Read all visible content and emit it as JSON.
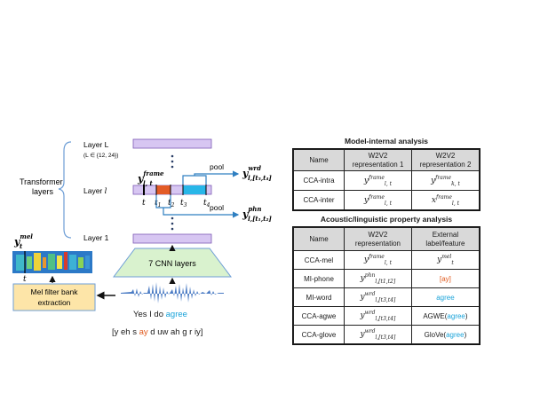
{
  "left": {
    "transformer_label": "Transformer layers",
    "layer_top": "Layer L",
    "layer_top_sub": "(L ∈ {12, 24})",
    "layer_mid": "Layer l",
    "layer_bottom": "Layer 1",
    "frame_label": "y",
    "frame_sup": "frame",
    "frame_sub": "l, t",
    "pool1": "pool",
    "pool2": "pool",
    "wrd_out": "y",
    "wrd_sup": "wrd",
    "wrd_sub": "l,[t3,t4]",
    "phn_out": "y",
    "phn_sup": "phn",
    "phn_sub": "l,[t1,t2]",
    "ticks": [
      "t",
      "t1",
      "t2",
      "t3",
      "t4"
    ],
    "cnn": "7 CNN layers",
    "mel_label": "y",
    "mel_sup": "mel",
    "mel_sub": "t",
    "mel_t": "t",
    "melbank_line1": "Mel filter bank",
    "melbank_line2": "extraction",
    "sentence_pre": "Yes I do ",
    "sentence_hl": "agree",
    "phones_pre": "[y eh s ",
    "phones_hl": "ay",
    "phones_post": " d uw ah g r iy]"
  },
  "table1": {
    "title": "Model-internal analysis",
    "headers": [
      "Name",
      "W2V2 representation 1",
      "W2V2 representation 2"
    ],
    "rows": [
      {
        "name": "CCA-intra",
        "r1": "y",
        "r1_sup": "frame",
        "r1_sub": "l, t",
        "r2": "y",
        "r2_sup": "frame",
        "r2_sub": "k, t"
      },
      {
        "name": "CCA-inter",
        "r1": "y",
        "r1_sup": "frame",
        "r1_sub": "l, t",
        "r2": "x",
        "r2_sup": "frame",
        "r2_sub": "l, t"
      }
    ]
  },
  "table2": {
    "title": "Acoustic/linguistic property analysis",
    "headers": [
      "Name",
      "W2V2 representation",
      "External label/feature"
    ],
    "rows": [
      {
        "name": "CCA-mel",
        "r": "y",
        "r_sup": "frame",
        "r_sub": "l, t",
        "ext": "y",
        "ext_sup": "mel",
        "ext_sub": "t",
        "ext_kind": "math"
      },
      {
        "name": "MI-phone",
        "r": "y",
        "r_sup": "phn",
        "r_sub": "l,[t1,t2]",
        "ext": "[ay]",
        "ext_kind": "orange"
      },
      {
        "name": "MI-word",
        "r": "y",
        "r_sup": "wrd",
        "r_sub": "l,[t3,t4]",
        "ext": "agree",
        "ext_kind": "blue"
      },
      {
        "name": "CCA-agwe",
        "r": "y",
        "r_sup": "wrd",
        "r_sub": "l,[t3,t4]",
        "ext_pre": "AGWE(",
        "ext": "agree",
        "ext_post": ")",
        "ext_kind": "wrap"
      },
      {
        "name": "CCA-glove",
        "r": "y",
        "r_sup": "wrd",
        "r_sub": "l,[t3,t4]",
        "ext_pre": "GloVe(",
        "ext": "agree",
        "ext_post": ")",
        "ext_kind": "wrap"
      }
    ]
  },
  "colors": {
    "layer_fill": "#d7c6f2",
    "layer_stroke": "#7e5bb5",
    "cnn_fill": "#d9f2ce",
    "melbank_fill": "#fde5a8",
    "melbank_stroke": "#6e9ed6",
    "arrow_blue": "#2f7fc1",
    "seg_orange": "#e35b26",
    "seg_blue": "#28b6e8",
    "wave": "#4a7bc4",
    "highlight_orange": "#e05a1e",
    "highlight_blue": "#1aa3d9"
  }
}
